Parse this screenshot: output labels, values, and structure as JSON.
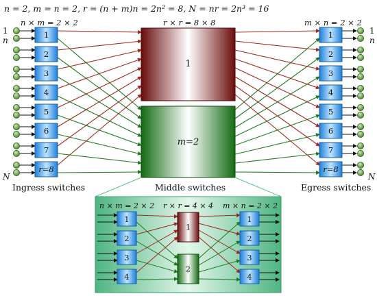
{
  "header_formula": "n = 2,  m = n = 2,  r = (n + m)n = 2n² = 8,  N = nr = 2n³ = 16",
  "ingress_label": "n × m = 2 × 2",
  "middle_label": "r × r = 8 × 8",
  "egress_label": "m × n = 2 × 2",
  "side_labels": {
    "top1": "1",
    "top2": "n",
    "bottom": "N"
  },
  "ingress_switches": [
    "1",
    "2",
    "3",
    "4",
    "5",
    "6",
    "7",
    "r=8"
  ],
  "egress_switches": [
    "1",
    "2",
    "3",
    "4",
    "5",
    "6",
    "7",
    "r=8"
  ],
  "middle_switches": [
    {
      "label": "1",
      "color": "#7a1212"
    },
    {
      "label": "m=2",
      "color": "#1a7a1a"
    }
  ],
  "section_captions": [
    "Ingress switches",
    "Middle switches",
    "Egress switches"
  ],
  "inset": {
    "ingress_label": "n × m = 2 × 2",
    "middle_label": "r × r = 4 × 4",
    "egress_label": "m × n = 2 × 2",
    "ingress_switches": [
      "1",
      "2",
      "3",
      "4"
    ],
    "middle_switches": [
      "1",
      "2"
    ],
    "egress_switches": [
      "1",
      "2",
      "3",
      "4"
    ]
  },
  "colors": {
    "switch_blue": "#4aa8e8",
    "link_red": "#a0281e",
    "link_green": "#1f7a1f",
    "terminal_green": "#4a8f2a",
    "inset_bg": "#9ed9b8"
  }
}
